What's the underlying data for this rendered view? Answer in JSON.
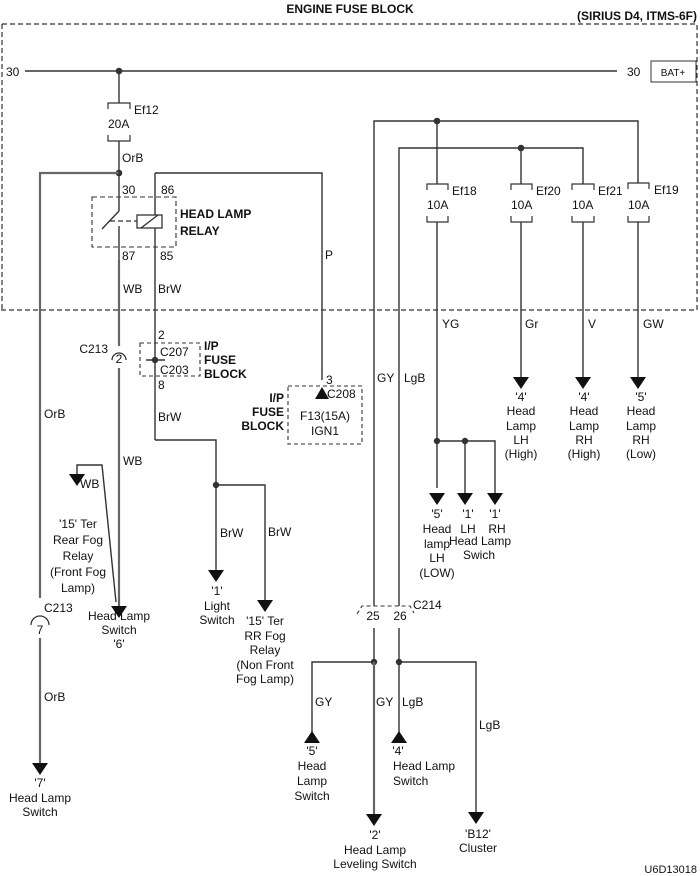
{
  "title": "ENGINE FUSE BLOCK",
  "model": "(SIRIUS D4, ITMS-6F)",
  "figure_id": "U6D13018",
  "bus": {
    "left_label": "30",
    "right_label": "30",
    "source": "BAT+"
  },
  "fuses": {
    "ef12": {
      "name": "Ef12",
      "rating": "20A"
    },
    "ef18": {
      "name": "Ef18",
      "rating": "10A"
    },
    "ef20": {
      "name": "Ef20",
      "rating": "10A"
    },
    "ef21": {
      "name": "Ef21",
      "rating": "10A"
    },
    "ef19": {
      "name": "Ef19",
      "rating": "10A"
    }
  },
  "relay": {
    "label_line1": "HEAD LAMP",
    "label_line2": "RELAY",
    "pin30": "30",
    "pin86": "86",
    "pin87": "87",
    "pin85": "85"
  },
  "wires": {
    "orb_top": "OrB",
    "orb_left": "OrB",
    "orb_bottom": "OrB",
    "wb_relay": "WB",
    "brw_relay": "BrW",
    "p": "P",
    "wb_mid": "WB",
    "wb_fog": "WB",
    "brw_mid": "BrW",
    "brw_light": "BrW",
    "brw_rrfog": "BrW",
    "yg": "YG",
    "gr": "Gr",
    "v": "V",
    "gw": "GW",
    "gy_upper": "GY",
    "lgb_upper": "LgB",
    "gy_left": "GY",
    "gy_center": "GY",
    "lgb_center": "LgB",
    "lgb_right": "LgB"
  },
  "connectors": {
    "c213_top": {
      "name": "C213",
      "pin": "2"
    },
    "c213_bottom": {
      "name": "C213",
      "pin": "7"
    },
    "c207": {
      "name": "C207",
      "pin": "2"
    },
    "c203": {
      "name": "C203",
      "pin": "8"
    },
    "c208": {
      "name": "C208",
      "pin": "3"
    },
    "c214": {
      "name": "C214",
      "pin_left": "25",
      "pin_right": "26"
    }
  },
  "ip_fuse_block_1": {
    "line1": "I/P",
    "line2": "FUSE",
    "line3": "BLOCK"
  },
  "ip_fuse_block_2": {
    "line1": "I/P",
    "line2": "FUSE",
    "line3": "BLOCK",
    "fuse": "F13(15A)",
    "circuit": "IGN1"
  },
  "destinations": {
    "hl_lh_high": [
      "'4'",
      "Head",
      "Lamp",
      "LH",
      "(High)"
    ],
    "hl_rh_high": [
      "'4'",
      "Head",
      "Lamp",
      "RH",
      "(High)"
    ],
    "hl_rh_low": [
      "'5'",
      "Head",
      "Lamp",
      "RH",
      "(Low)"
    ],
    "hl_lh_low": [
      "'5'",
      "Head",
      "lamp",
      "LH",
      "(LOW)"
    ],
    "hl_switch_lh": [
      "'1'",
      "LH"
    ],
    "hl_switch_rh": [
      "'1'",
      "RH"
    ],
    "hl_switch_shared": [
      "Head Lamp",
      "Swich"
    ],
    "rear_fog": [
      "'15' Ter",
      "Rear Fog",
      "Relay",
      "(Front Fog",
      "Lamp)"
    ],
    "hl_switch_6": [
      "Head Lamp",
      "Switch",
      "'6'"
    ],
    "light_switch": [
      "'1'",
      "Light",
      "Switch"
    ],
    "rr_fog": [
      "'15' Ter",
      "RR Fog",
      "Relay",
      "(Non Front",
      "Fog Lamp)"
    ],
    "hl_switch_7": [
      "'7'",
      "Head Lamp",
      "Switch"
    ],
    "hl_switch_5": [
      "'5'",
      "Head",
      "Lamp",
      "Switch"
    ],
    "hl_leveling": [
      "'2'",
      "Head Lamp",
      "Leveling Switch"
    ],
    "hl_switch_4": [
      "'4'",
      "Head Lamp",
      "Switch"
    ],
    "cluster": [
      "'B12'",
      "Cluster"
    ]
  }
}
